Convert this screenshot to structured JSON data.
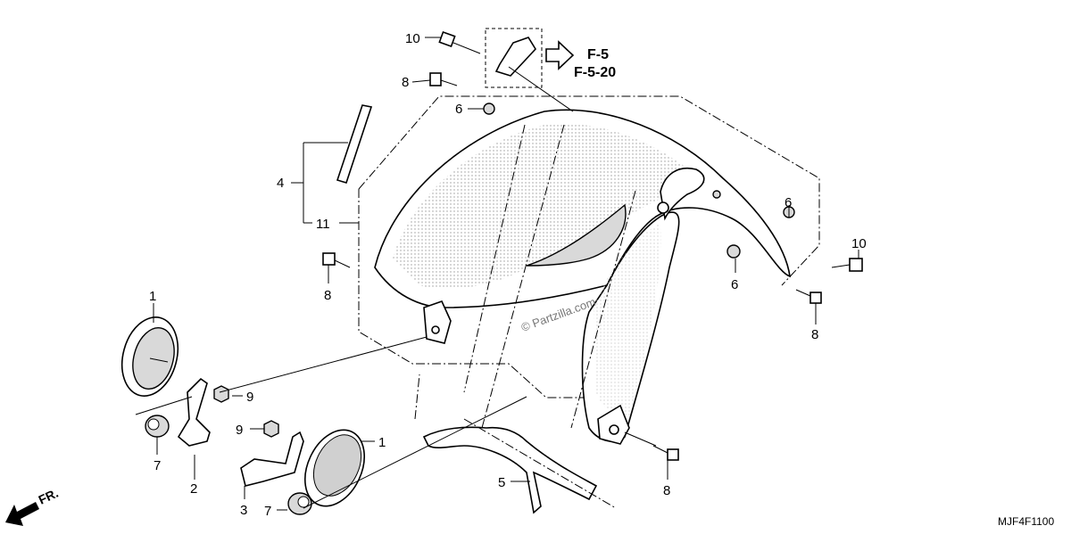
{
  "diagram": {
    "callouts": {
      "c1a": "1",
      "c1b": "1",
      "c2": "2",
      "c3": "3",
      "c4": "4",
      "c5": "5",
      "c6a": "6",
      "c6b": "6",
      "c6c": "6",
      "c7a": "7",
      "c7b": "7",
      "c8a": "8",
      "c8b": "8",
      "c8c": "8",
      "c8d": "8",
      "c9a": "9",
      "c9b": "9",
      "c10a": "10",
      "c10b": "10",
      "c11": "11"
    },
    "reference": {
      "line1": "F-5",
      "line2": "F-5-20"
    },
    "watermark": "© Partzilla.com",
    "direction_label": "FR.",
    "diagram_code": "MJF4F1100"
  }
}
